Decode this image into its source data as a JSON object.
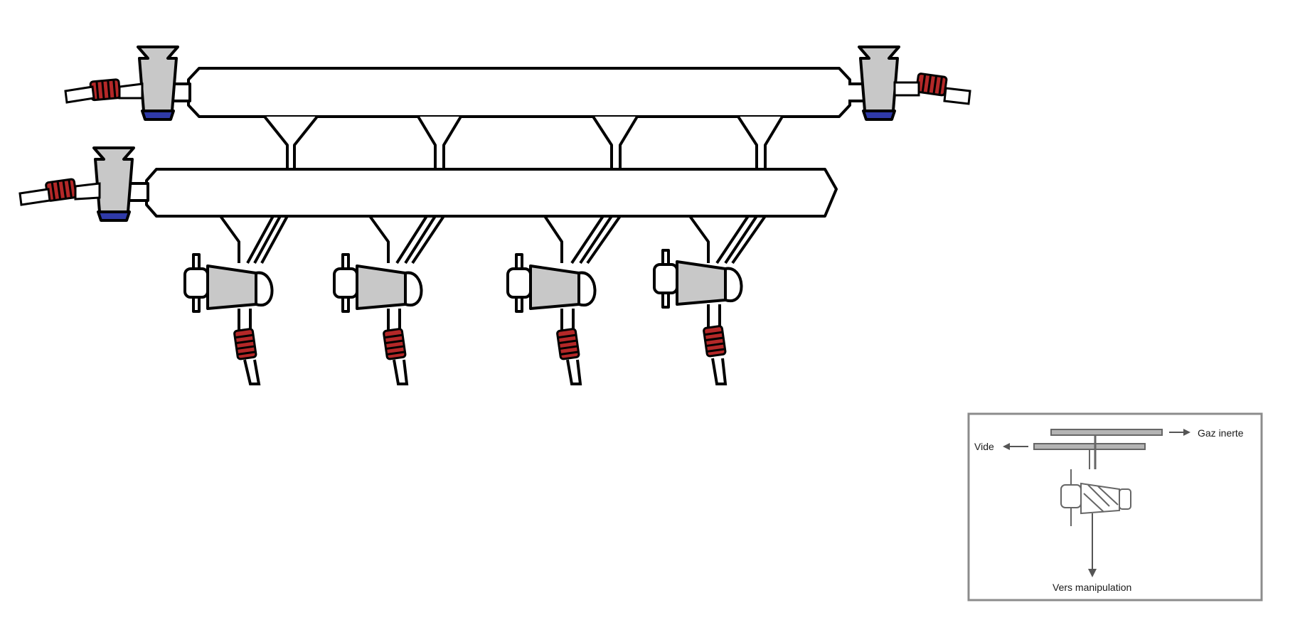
{
  "colors": {
    "background": "#ffffff",
    "outline": "#000000",
    "glass": "#ffffff",
    "stopcock": "#c8c8c8",
    "connector": "#b42828",
    "connector_stripe": "#7a1010",
    "seal": "#2f3aa8",
    "inset_border": "#8c8c8c",
    "inset_line": "#666666"
  },
  "inset": {
    "label_vacuum": "Vide",
    "label_inert_gas": "Gaz inerte",
    "label_to_manipulation": "Vers manipulation"
  },
  "icons": {
    "stopcock": "stopcock-icon",
    "hose_connector": "hose-connector-icon",
    "arrow": "arrow-icon"
  }
}
